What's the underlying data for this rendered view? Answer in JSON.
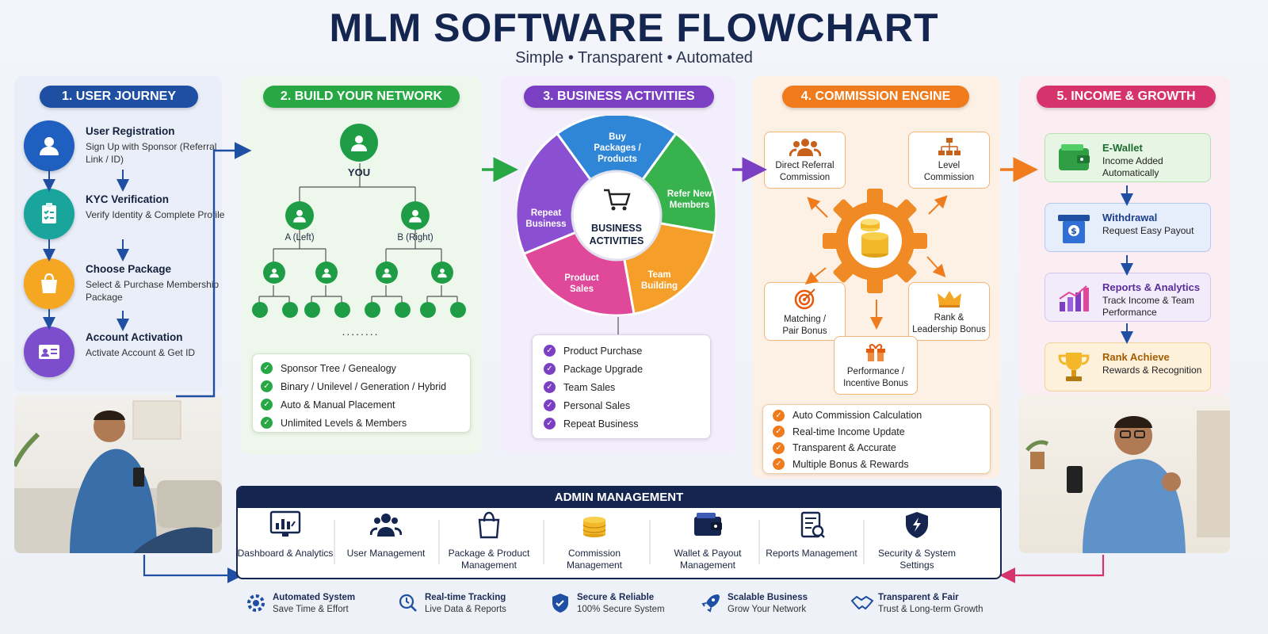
{
  "title": "MLM SOFTWARE FLOWCHART",
  "subtitle": "Simple • Transparent • Automated",
  "colors": {
    "blue": "#1e4fa3",
    "green": "#28a745",
    "purple": "#7b3fc4",
    "orange": "#f07b1d",
    "pink": "#d6336c",
    "navy": "#14254f"
  },
  "user_journey": {
    "header": "1. USER JOURNEY",
    "steps": [
      {
        "title": "User Registration",
        "desc": "Sign Up with Sponsor (Referral Link / ID)",
        "icon": "user-add-icon"
      },
      {
        "title": "KYC Verification",
        "desc": "Verify Identity & Complete Profile",
        "icon": "clipboard-check-icon"
      },
      {
        "title": "Choose Package",
        "desc": "Select & Purchase Membership Package",
        "icon": "shopping-bag-icon"
      },
      {
        "title": "Account Activation",
        "desc": "Activate Account & Get ID",
        "icon": "id-card-icon"
      }
    ]
  },
  "network": {
    "header": "2. BUILD YOUR NETWORK",
    "root_label": "YOU",
    "left_label": "A (Left)",
    "right_label": "B (Right)",
    "ellipsis": "........",
    "features": [
      "Sponsor Tree / Genealogy",
      "Binary / Unilevel / Generation / Hybrid",
      "Auto & Manual Placement",
      "Unlimited Levels & Members"
    ]
  },
  "business": {
    "header": "3. BUSINESS ACTIVITIES",
    "center_label": "BUSINESS ACTIVITIES",
    "segments": [
      {
        "label": "Buy Packages / Products"
      },
      {
        "label": "Refer New Members"
      },
      {
        "label": "Team Building"
      },
      {
        "label": "Product Sales"
      },
      {
        "label": "Repeat Business"
      }
    ],
    "activities": [
      "Product Purchase",
      "Package Upgrade",
      "Team Sales",
      "Personal Sales",
      "Repeat Business"
    ]
  },
  "commission": {
    "header": "4. COMMISSION ENGINE",
    "types": [
      {
        "label": "Direct Referral Commission"
      },
      {
        "label": "Level Commission"
      },
      {
        "label": "Matching / Pair Bonus"
      },
      {
        "label": "Rank & Leadership Bonus"
      },
      {
        "label": "Performance / Incentive Bonus"
      }
    ],
    "features": [
      "Auto Commission Calculation",
      "Real-time Income Update",
      "Transparent & Accurate",
      "Multiple Bonus & Rewards"
    ]
  },
  "income": {
    "header": "5. INCOME & GROWTH",
    "items": [
      {
        "title": "E-Wallet",
        "desc": "Income Added Automatically"
      },
      {
        "title": "Withdrawal",
        "desc": "Request Easy Payout"
      },
      {
        "title": "Reports & Analytics",
        "desc": "Track Income & Team Performance"
      },
      {
        "title": "Rank Achieve",
        "desc": "Rewards & Recognition"
      }
    ]
  },
  "admin": {
    "header": "ADMIN MANAGEMENT",
    "items": [
      {
        "label": "Dashboard & Analytics"
      },
      {
        "label": "User Management"
      },
      {
        "label": "Package & Product Management"
      },
      {
        "label": "Commission Management"
      },
      {
        "label": "Wallet & Payout Management"
      },
      {
        "label": "Reports Management"
      },
      {
        "label": "Security & System Settings"
      }
    ]
  },
  "footer": [
    {
      "title": "Automated System",
      "desc": "Save Time & Effort"
    },
    {
      "title": "Real-time Tracking",
      "desc": "Live Data & Reports"
    },
    {
      "title": "Secure & Reliable",
      "desc": "100% Secure System"
    },
    {
      "title": "Scalable Business",
      "desc": "Grow Your Network"
    },
    {
      "title": "Transparent & Fair",
      "desc": "Trust & Long-term Growth"
    }
  ]
}
